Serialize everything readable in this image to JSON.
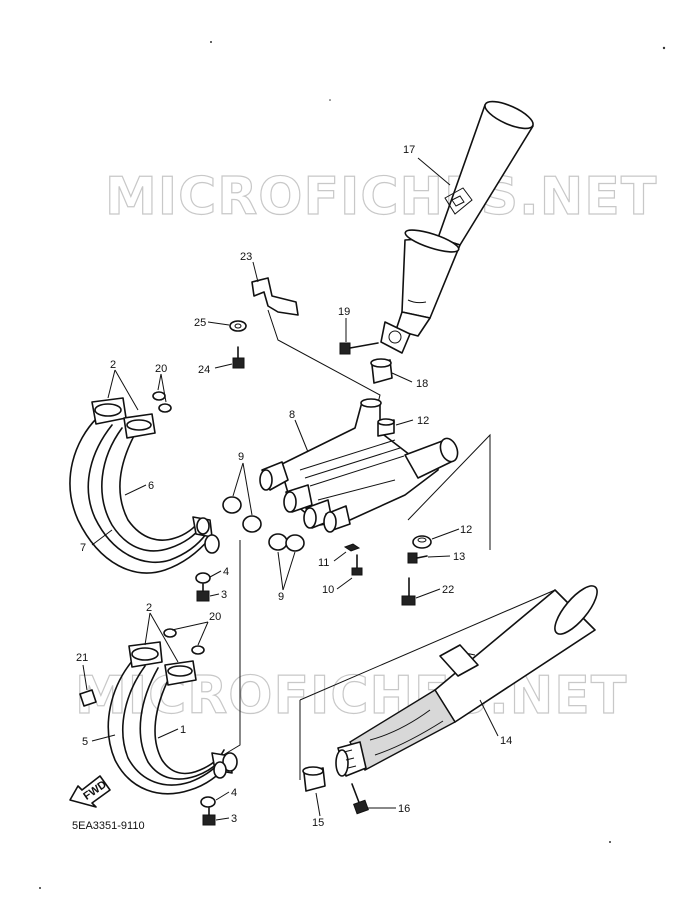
{
  "diagram": {
    "part_code": "5EA3351-9110",
    "watermark": "MICROFICHES.NET",
    "direction_label": "FWD",
    "callouts": {
      "c17": "17",
      "c23": "23",
      "c25": "25",
      "c24": "24",
      "c19": "19",
      "c18": "18",
      "c8": "8",
      "c12a": "12",
      "c2a": "2",
      "c20a": "20",
      "c6": "6",
      "c7": "7",
      "c9a": "9",
      "c9b": "9",
      "c11": "11",
      "c10": "10",
      "c12b": "12",
      "c13": "13",
      "c22": "22",
      "c4a": "4",
      "c3a": "3",
      "c2b": "2",
      "c20b": "20",
      "c21": "21",
      "c1": "1",
      "c5": "5",
      "c14": "14",
      "c4b": "4",
      "c3b": "3",
      "c15": "15",
      "c16": "16"
    }
  }
}
